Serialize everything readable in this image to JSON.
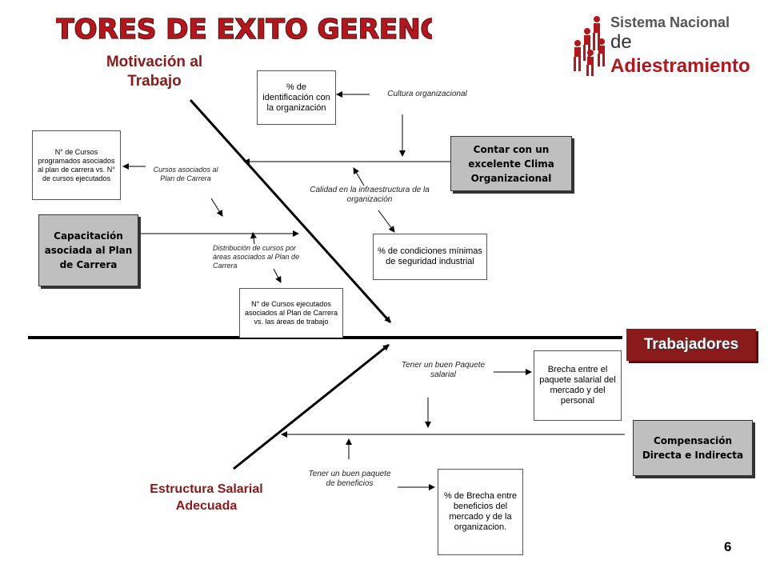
{
  "title": "FACTORES DE EXITO GERENCIAL",
  "logo": {
    "line1": "Sistema Nacional",
    "line2_prefix": "de ",
    "line2_main": "Adiestramiento"
  },
  "colors": {
    "title_red": "#b5151b",
    "accent_dark_red": "#8b1a1a",
    "box_gray": "#bfbfbf"
  },
  "heads": {
    "motivacion": "Motivación al Trabajo",
    "estructura": "Estructura Salarial Adecuada",
    "trabajadores": "Trabajadores"
  },
  "factors": {
    "clima": "Contar con un excelente Clima Organizacional",
    "capacitacion": "Capacitación asociada al Plan de Carrera",
    "compensacion": "Compensación Directa e Indirecta"
  },
  "indicators": {
    "identificacion": "% de identificación con la organización",
    "cursos_programados": "N° de Cursos programados asociados al plan de carrera vs. N° de cursos ejecutados",
    "condiciones": "% de condiciones mínimas de seguridad industrial",
    "cursos_ejecutados": "N° de Cursos ejecutados asociados al Plan de Carrera vs. las áreas de trabajo",
    "brecha_paquete": "Brecha entre el paquete salarial del mercado y del personal",
    "brecha_beneficios": "% de Brecha entre beneficios del mercado y de la organizacion."
  },
  "causes": {
    "cultura": "Cultura organizacional",
    "calidad": "Calidad en la infraestructura de la organización",
    "cursos_asociados": "Cursos asociados al Plan de Carrera",
    "distribucion": "Distribución de cursos por áreas asociados al Plan de Carrera",
    "paquete_salarial": "Tener un buen Paquete salarial",
    "paquete_beneficios": "Tener un buen paquete de beneficios"
  },
  "page_number": "6"
}
